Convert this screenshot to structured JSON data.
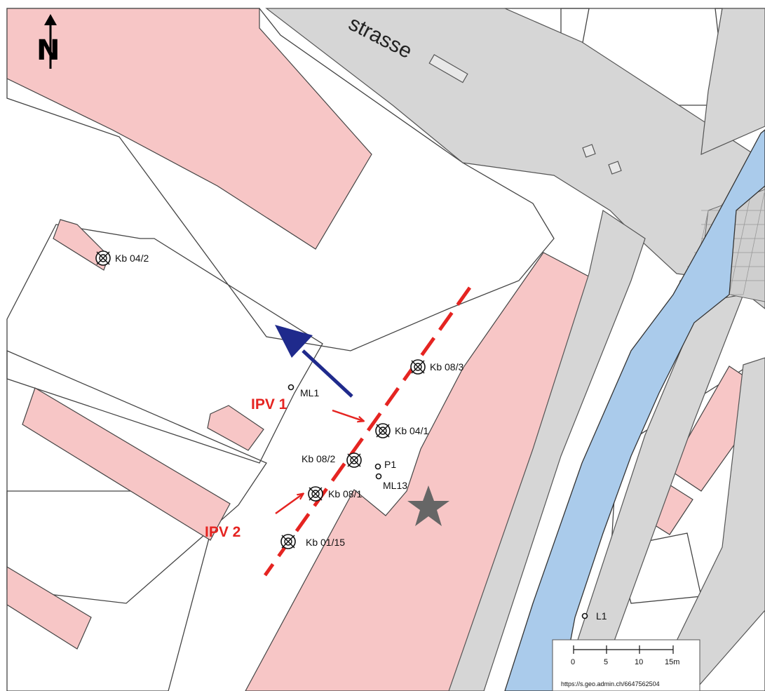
{
  "colors": {
    "background": "#ffffff",
    "building": "#f7c6c6",
    "road": "#d6d6d6",
    "water": "#aacbeb",
    "outline": "#222222",
    "section_line": "#e52421",
    "ipv_label": "#e52421",
    "flow_arrow": "#1f2a8c",
    "star": "#666666"
  },
  "street_label": "strasse",
  "north_arrow_label": "N",
  "section_labels": {
    "ipv1": "IPV 1",
    "ipv2": "IPV 2"
  },
  "boreholes": [
    {
      "id": "Kb 04/2",
      "type": "borehole"
    },
    {
      "id": "Kb 08/3",
      "type": "borehole"
    },
    {
      "id": "Kb 04/1",
      "type": "borehole"
    },
    {
      "id": "Kb 08/2",
      "type": "borehole"
    },
    {
      "id": "Kb 08/1",
      "type": "borehole"
    },
    {
      "id": "Kb 01/15",
      "type": "borehole"
    }
  ],
  "points": [
    {
      "id": "ML1",
      "type": "measurement-point"
    },
    {
      "id": "P1",
      "type": "measurement-point"
    },
    {
      "id": "ML13",
      "type": "measurement-point"
    },
    {
      "id": "L1",
      "type": "measurement-point"
    }
  ],
  "scale_bar": {
    "ticks": [
      "0",
      "5",
      "10",
      "15m"
    ],
    "url": "https://s.geo.admin.ch/6647562504"
  },
  "icons": {
    "north_arrow": "north-arrow-icon",
    "borehole": "borehole-crosshair-icon",
    "star": "star-icon",
    "flow_arrow": "groundwater-flow-arrow-icon"
  }
}
